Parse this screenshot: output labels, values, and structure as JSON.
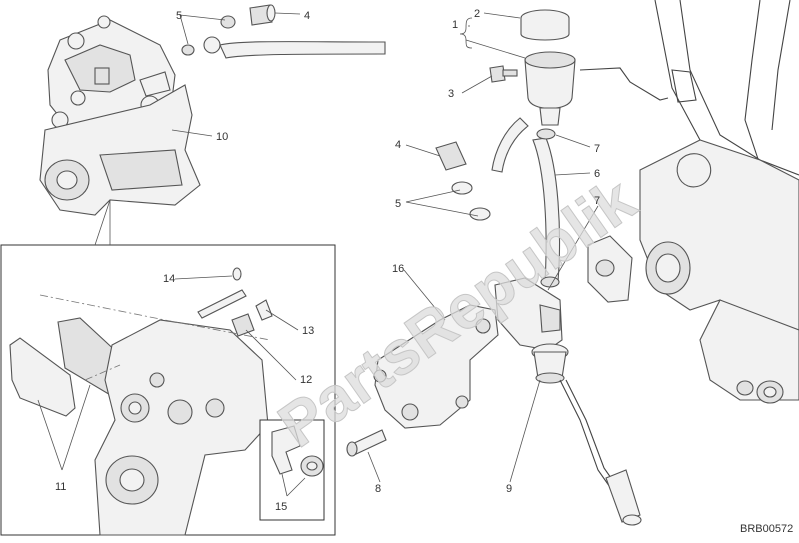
{
  "watermark": "PartsRepublik",
  "diagram_code": "BRB00572",
  "callouts": {
    "c1": "1",
    "c2": "2",
    "c3": "3",
    "c4a": "4",
    "c4b": "4",
    "c5a": "5",
    "c5b": "5",
    "c6": "6",
    "c7a": "7",
    "c7b": "7",
    "c8": "8",
    "c9": "9",
    "c10": "10",
    "c11": "11",
    "c12": "12",
    "c13": "13",
    "c14": "14",
    "c15": "15",
    "c16": "16"
  }
}
